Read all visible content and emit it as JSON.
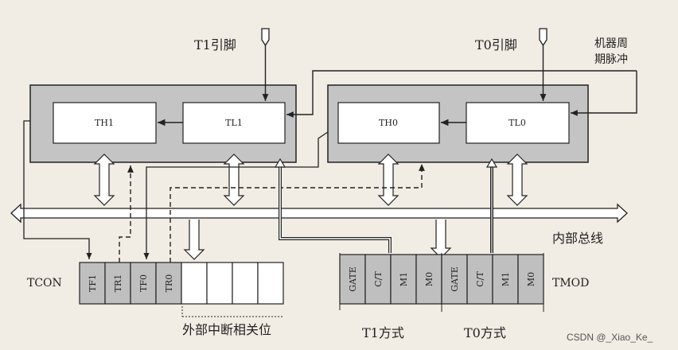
{
  "pins": {
    "t1": "T1引脚",
    "t0": "T0引脚"
  },
  "clock": {
    "line1": "机器周",
    "line2": "期脉冲"
  },
  "counters": {
    "th1": "TH1",
    "tl1": "TL1",
    "th0": "TH0",
    "tl0": "TL0"
  },
  "bus_label": "内部总线",
  "tcon": {
    "label": "TCON",
    "bits": [
      "TF1",
      "TR1",
      "TF0",
      "TR0",
      "",
      "",
      "",
      ""
    ],
    "caption": "外部中断相关位"
  },
  "tmod": {
    "label": "TMOD",
    "bits": [
      "GATE",
      "C/T",
      "M1",
      "M0",
      "GATE",
      "C/T",
      "M1",
      "M0"
    ],
    "t1_caption": "T1方式",
    "t0_caption": "T0方式"
  },
  "watermark": "CSDN @_Xiao_Ke_",
  "colors": {
    "group_fill": "#c4c4c4",
    "reg_fill": "#ffffff",
    "bit_fill": "#bfbfbf",
    "line": "#222222",
    "background": "#f1ece4"
  }
}
